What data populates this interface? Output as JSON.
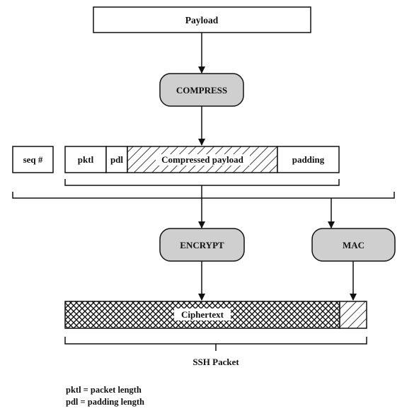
{
  "nodes": {
    "payload": "Payload",
    "compress": "COMPRESS",
    "seq": "seq #",
    "pktl": "pktl",
    "pdl": "pdl",
    "compressed_payload": "Compressed payload",
    "padding": "padding",
    "encrypt": "ENCRYPT",
    "mac": "MAC",
    "ciphertext": "Ciphertext",
    "ssh_packet": "SSH Packet"
  },
  "legend": {
    "pktl": "pktl = packet length",
    "pdl": "pdl = padding length"
  },
  "colors": {
    "process_fill": "#cfcfcf",
    "stroke": "#111111",
    "background": "#ffffff"
  }
}
